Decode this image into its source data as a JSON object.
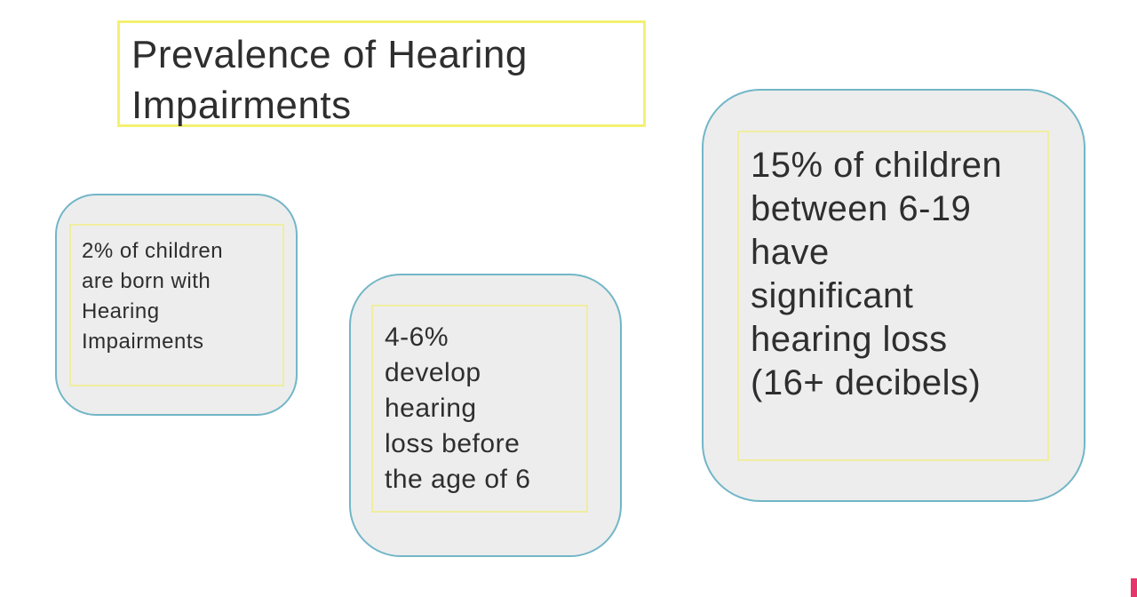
{
  "slide": {
    "title": "Prevalence of Hearing\nImpairments",
    "boxes": [
      {
        "text": "2% of children\nare born with\nHearing\nImpairments"
      },
      {
        "text": "4-6%\ndevelop\nhearing\nloss before\nthe age of 6"
      },
      {
        "text": "15% of children\nbetween 6-19\nhave\nsignificant\nhearing loss\n(16+ decibels)"
      }
    ]
  },
  "colors": {
    "title-border-yellow": "#f3f172",
    "frame-yellow": "#f0eda0",
    "box-border-teal": "#72b6c7",
    "box-fill-gray": "#ededed",
    "text-dark": "#2e2e2e",
    "accent-pink": "#e7356e"
  }
}
